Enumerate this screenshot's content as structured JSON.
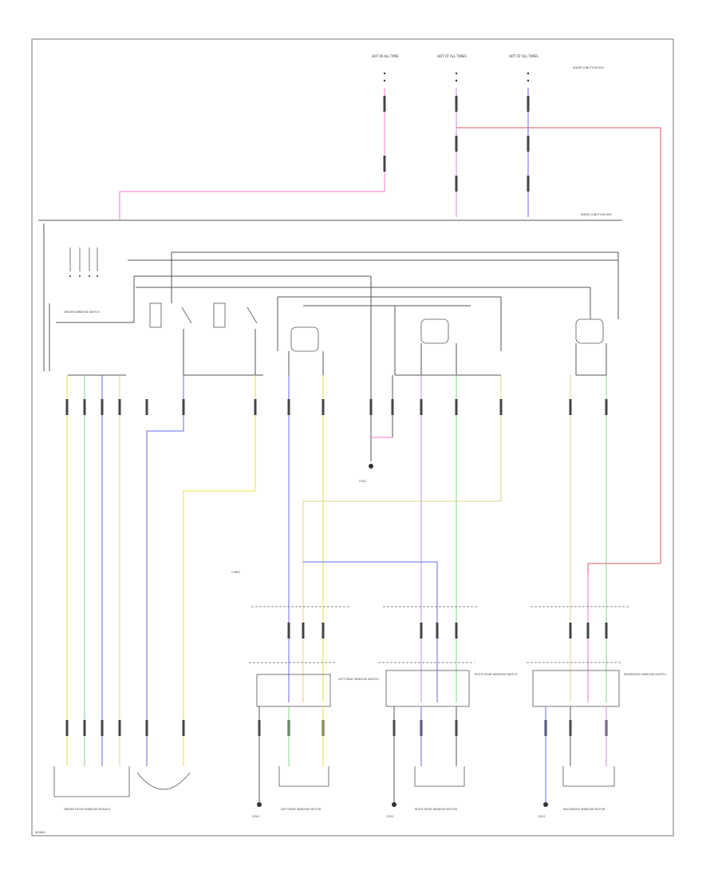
{
  "colors": {
    "pink": "#f07ad2",
    "red": "#e05a6a",
    "yellow": "#e8e040",
    "blue": "#6a6ae8",
    "green": "#7ed87e",
    "tan": "#e0d090",
    "violet": "#c090e8",
    "line": "#555555"
  },
  "labels": {
    "top_fuse_1": "HOT IN ALL TIME",
    "top_fuse_2": "HOT AT ALL TIMES",
    "top_fuse_3": "HOT AT ALL TIMES",
    "top_note": "SMART JUNCTION BOX",
    "junction_box": "SMART JUNCTION BOX",
    "driver_switch": "DRIVER WINDOW SWITCH",
    "ground_center": "G301",
    "junction_mid": "C3601",
    "left_rear_switch": "LEFT REAR WINDOW SWITCH",
    "right_rear_switch": "RIGHT REAR WINDOW SWITCH",
    "passenger_switch": "PASSENGER WINDOW SWITCH",
    "driver_module": "DRIVER DOOR WINDOW MODULE",
    "left_rear_motor": "LEFT REAR WINDOW MOTOR",
    "right_rear_motor": "RIGHT REAR WINDOW MOTOR",
    "passenger_motor": "PASSENGER WINDOW MOTOR",
    "ground_left": "G201",
    "ground_mid": "G202",
    "ground_right": "G203",
    "footer": "W9AB0"
  }
}
